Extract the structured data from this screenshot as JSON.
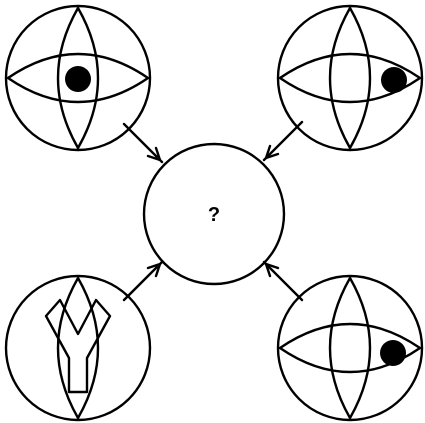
{
  "puzzle": {
    "center_label": "?",
    "panels": [
      {
        "id": "top-left",
        "symbol": "eye",
        "pupil": "center"
      },
      {
        "id": "top-right",
        "symbol": "eye",
        "pupil": "right"
      },
      {
        "id": "bottom-left",
        "symbol": "y-figure",
        "pupil": null
      },
      {
        "id": "bottom-right",
        "symbol": "eye",
        "pupil": "lower-right"
      }
    ],
    "arrows": "point-toward-center",
    "colors": {
      "line": "#000000",
      "background": "#ffffff"
    }
  }
}
